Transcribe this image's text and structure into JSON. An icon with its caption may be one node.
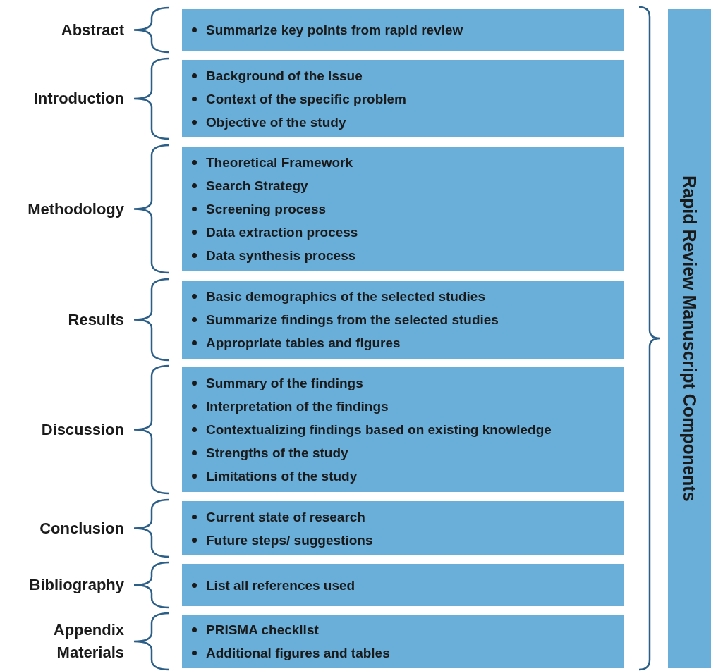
{
  "diagram": {
    "nodes": [
      {
        "text": [
          "Summarize key points from rapid review"
        ],
        "beside": [
          "Abstract"
        ]
      },
      {
        "text": [
          "Background of the issue",
          "Context of the specific problem",
          "Objective of the study"
        ],
        "beside": [
          "Introduction"
        ]
      },
      {
        "text": [
          "Theoretical Framework",
          "Search Strategy",
          "Screening process",
          "Data extraction process",
          "Data synthesis process"
        ],
        "beside": [
          "Methodology"
        ]
      },
      {
        "text": [
          "Basic demographics of the selected studies",
          "Summarize findings from the selected studies",
          "Appropriate tables and figures"
        ],
        "beside": [
          "Results"
        ]
      },
      {
        "text": [
          "Summary of the findings",
          "Interpretation of the findings",
          "Contextualizing findings based on existing knowledge",
          "Strengths of the study",
          "Limitations of the study"
        ],
        "beside": [
          "Discussion"
        ]
      },
      {
        "text": [
          "Current state of research",
          "Future steps/ suggestions"
        ],
        "beside": [
          "Conclusion"
        ]
      },
      {
        "text": [
          "List all references used"
        ],
        "beside": [
          "Bibliography"
        ]
      },
      {
        "text": [
          "PRISMA checklist",
          "Additional figures and tables"
        ],
        "beside": [
          "Appendix Materials"
        ]
      },
      {
        "text": [
          "Rapid Review Manuscript Components"
        ]
      }
    ]
  }
}
